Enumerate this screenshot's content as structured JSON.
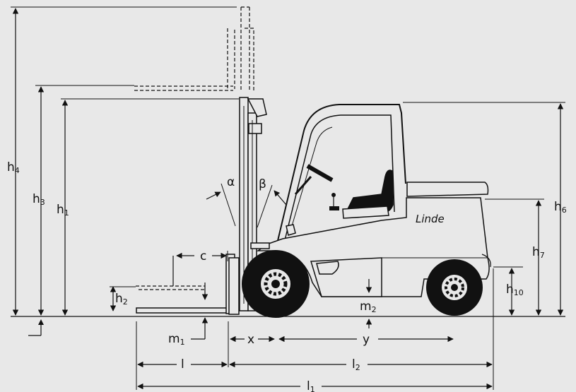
{
  "labels": {
    "h4": {
      "main": "h",
      "sub": "4"
    },
    "h3": {
      "main": "h",
      "sub": "3"
    },
    "h1": {
      "main": "h",
      "sub": "1"
    },
    "h2": {
      "main": "h",
      "sub": "2"
    },
    "h6": {
      "main": "h",
      "sub": "6"
    },
    "h7": {
      "main": "h",
      "sub": "7"
    },
    "h10": {
      "main": "h",
      "sub": "10"
    },
    "c": "c",
    "alpha": "α",
    "beta": "β",
    "m1": {
      "main": "m",
      "sub": "1"
    },
    "m2": {
      "main": "m",
      "sub": "2"
    },
    "x": "x",
    "y": "y",
    "l": "l",
    "l2": {
      "main": "l",
      "sub": "2"
    },
    "l1": {
      "main": "l",
      "sub": "1"
    }
  },
  "brand": "Linde",
  "colors": {
    "background": "#e8e8e8",
    "ink": "#111111",
    "wheel": "#111111"
  }
}
